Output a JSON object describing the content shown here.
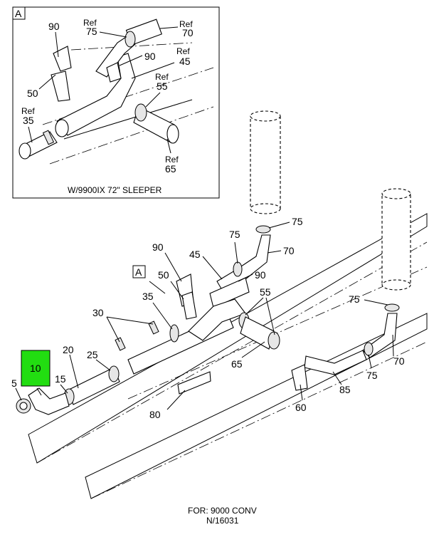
{
  "inset": {
    "tag": "A",
    "caption": "W/9900IX 72\" SLEEPER",
    "labels": {
      "l90": "90",
      "l75a": "Ref",
      "l75b": "75",
      "l70a": "Ref",
      "l70b": "70",
      "l90b": "90",
      "l45a": "Ref",
      "l45b": "45",
      "l50": "50",
      "l55a": "Ref",
      "l55b": "55",
      "l35a": "Ref",
      "l35b": "35",
      "l65a": "Ref",
      "l65b": "65"
    }
  },
  "main": {
    "tag": "A",
    "highlight_label": "10",
    "highlight_color": "#22dd11",
    "labels": {
      "p5": "5",
      "p15": "15",
      "p20": "20",
      "p25": "25",
      "p30": "30",
      "p35": "35",
      "p50": "50",
      "p90a": "90",
      "p45": "45",
      "p75a": "75",
      "p75b": "75",
      "p70a": "70",
      "p90b": "90",
      "p55": "55",
      "p65": "65",
      "p75c": "75",
      "p70b": "70",
      "p75d": "75",
      "p85": "85",
      "p60": "60",
      "p80": "80"
    }
  },
  "footer": {
    "line1": "FOR: 9000 CONV",
    "line2": "N/16031"
  }
}
